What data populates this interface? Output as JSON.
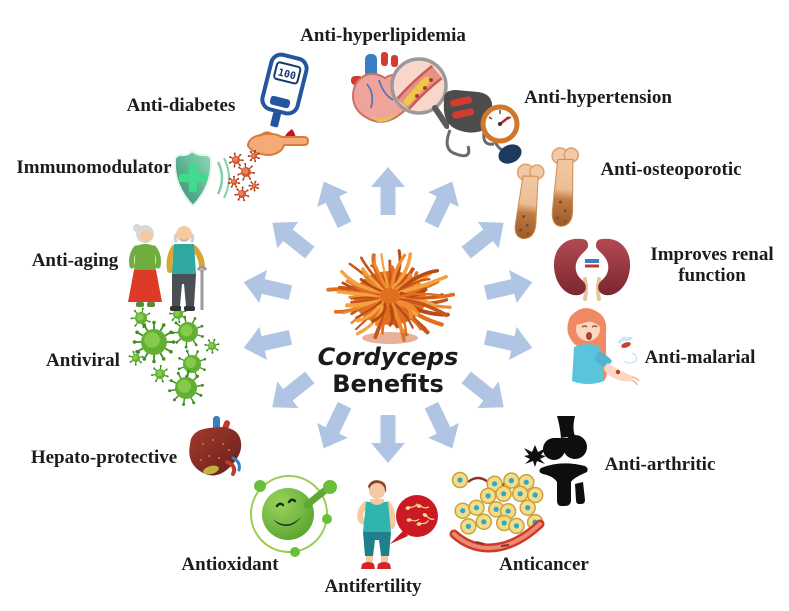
{
  "figure": {
    "type": "radial-benefits-infographic",
    "subject": "Cordyceps"
  },
  "center": {
    "title": "Cordyceps",
    "subtitle": "Benefits",
    "image": "cordyceps-mushroom-image"
  },
  "arrow_ring": {
    "arrow_count": 14,
    "arrow_shape": "block-arrow-pointing-outward"
  },
  "colors": {
    "arrow": "#b0c5e4",
    "label_text": "#1c1c1c",
    "mushroom_palette": [
      "#c9541a",
      "#e07020",
      "#ee8a33",
      "#f5a243",
      "#b84a14"
    ]
  },
  "benefits": [
    {
      "label": "Anti-hyperlipidemia",
      "icon": "heart-artery-magnifier-icon"
    },
    {
      "label": "Anti-hypertension",
      "icon": "blood-pressure-monitor-icon"
    },
    {
      "label": "Anti-osteoporotic",
      "icon": "osteoporotic-bones-icon"
    },
    {
      "label": "Improves renal function",
      "icon": "kidneys-icon"
    },
    {
      "label": "Anti-malarial",
      "icon": "mosquito-bite-woman-icon"
    },
    {
      "label": "Anti-arthritic",
      "icon": "knee-joint-icon"
    },
    {
      "label": "Anticancer",
      "icon": "tumor-cells-icon"
    },
    {
      "label": "Antifertility",
      "icon": "man-sperm-bubble-icon"
    },
    {
      "label": "Antioxidant",
      "icon": "antioxidant-molecule-icon"
    },
    {
      "label": "Hepato-protective",
      "icon": "liver-icon"
    },
    {
      "label": "Antiviral",
      "icon": "virus-particles-icon"
    },
    {
      "label": "Anti-aging",
      "icon": "elderly-couple-icon"
    },
    {
      "label": "Immunomodulator",
      "icon": "immune-shield-icon"
    },
    {
      "label": "Anti-diabetes",
      "icon": "glucose-meter-icon"
    }
  ]
}
